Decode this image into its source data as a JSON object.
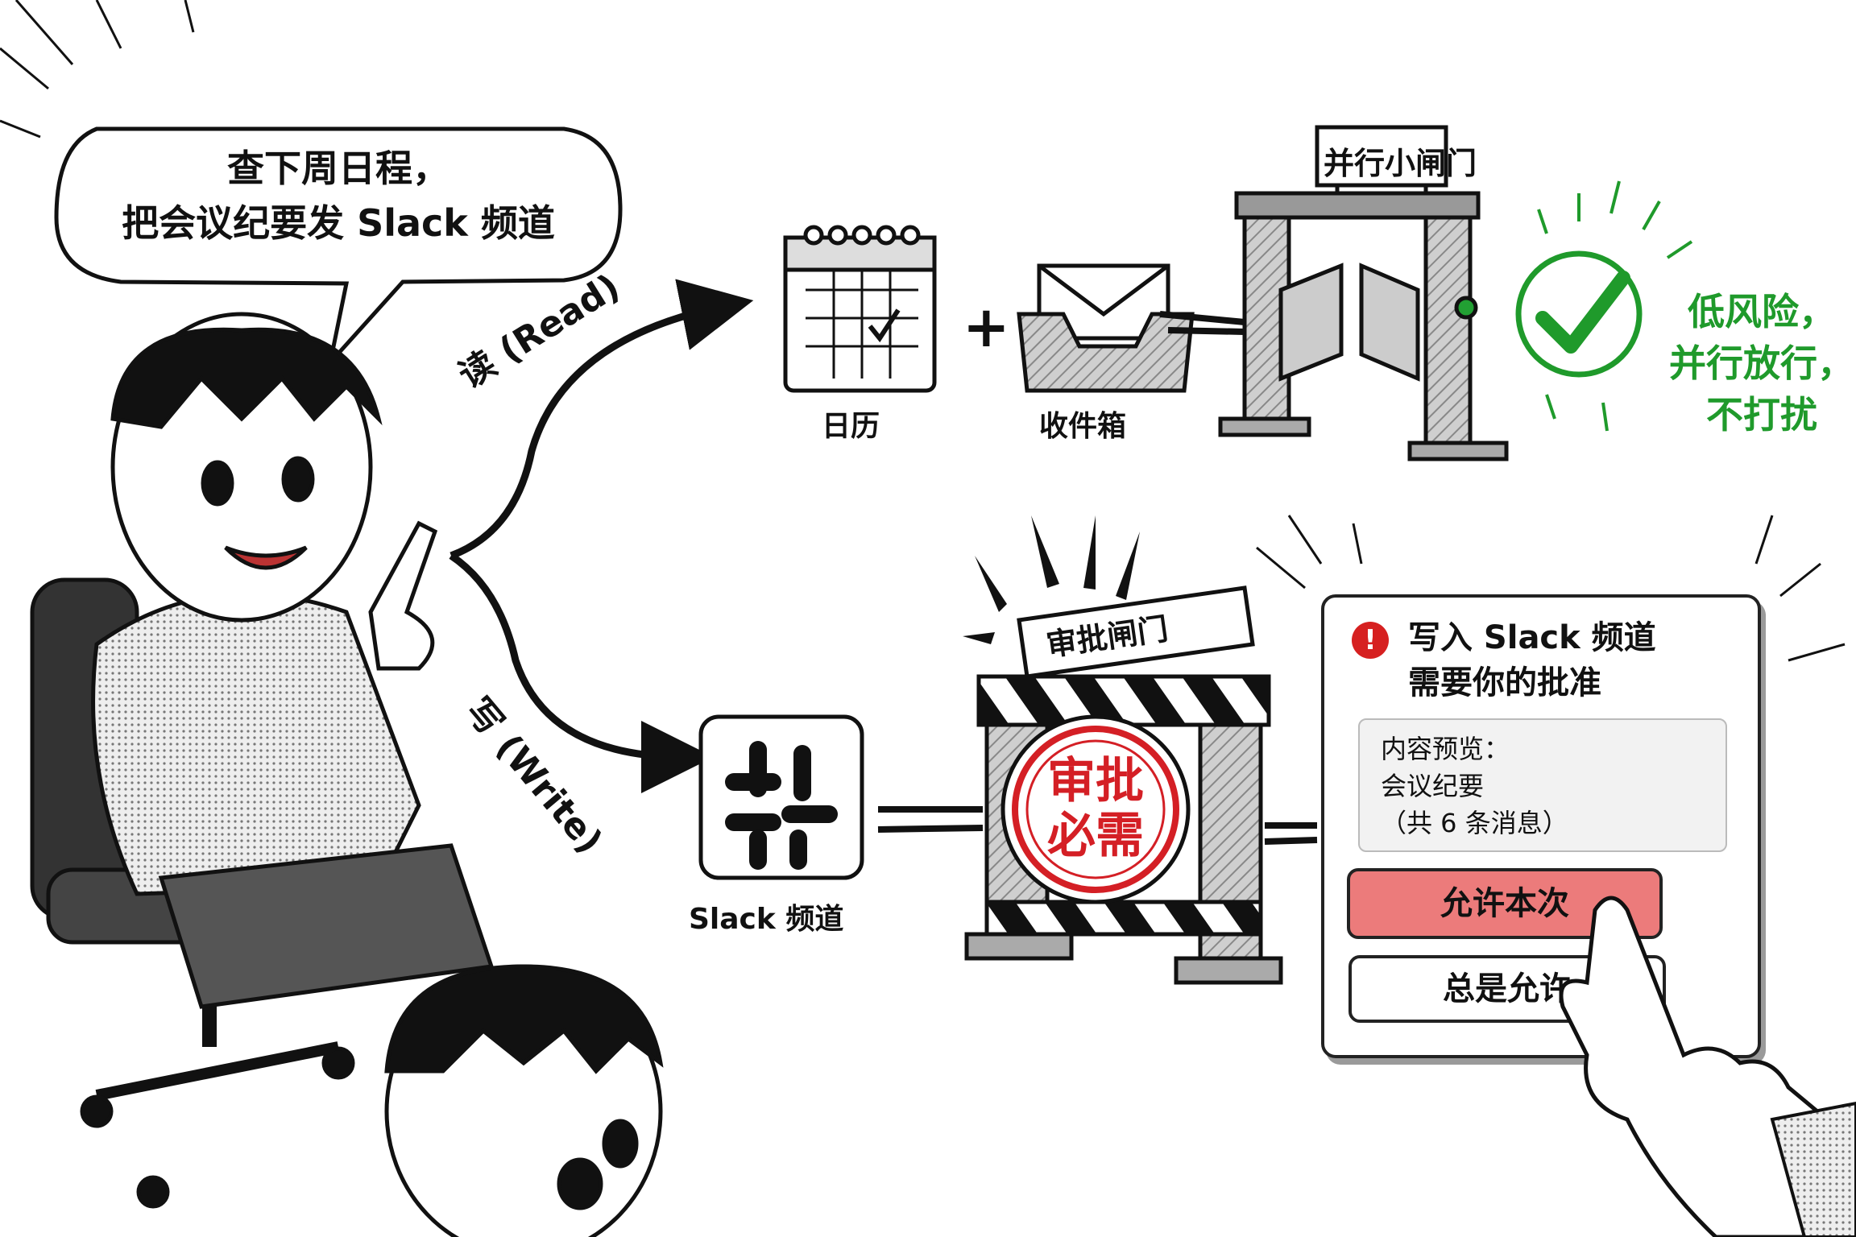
{
  "bubble": {
    "line1": "查下周日程，",
    "line2": "把会议纪要发 Slack 频道"
  },
  "branches": {
    "read": "读 (Read)",
    "write": "写 (Write)"
  },
  "read_path": {
    "calendar_label": "日历",
    "plus": "+",
    "inbox_label": "收件箱",
    "gate_sign": "并行小闸门",
    "result_line1": "低风险，",
    "result_line2": "并行放行，",
    "result_line3": "不打扰"
  },
  "write_path": {
    "slack_label": "Slack 频道",
    "gate_sign": "审批闸门",
    "stamp_line1": "审批",
    "stamp_line2": "必需"
  },
  "dialog": {
    "alert_glyph": "!",
    "title_line1": "写入 Slack 频道",
    "title_line2": "需要你的批准",
    "preview_line1": "内容预览：",
    "preview_line2": "会议纪要",
    "preview_line3": "（共 6 条消息）",
    "allow_once": "允许本次",
    "always_allow": "总是允许"
  },
  "colors": {
    "ink": "#111111",
    "approve_green": "#1f9a2b",
    "stamp_red": "#d41f25",
    "primary_button": "#ec7b7b"
  }
}
